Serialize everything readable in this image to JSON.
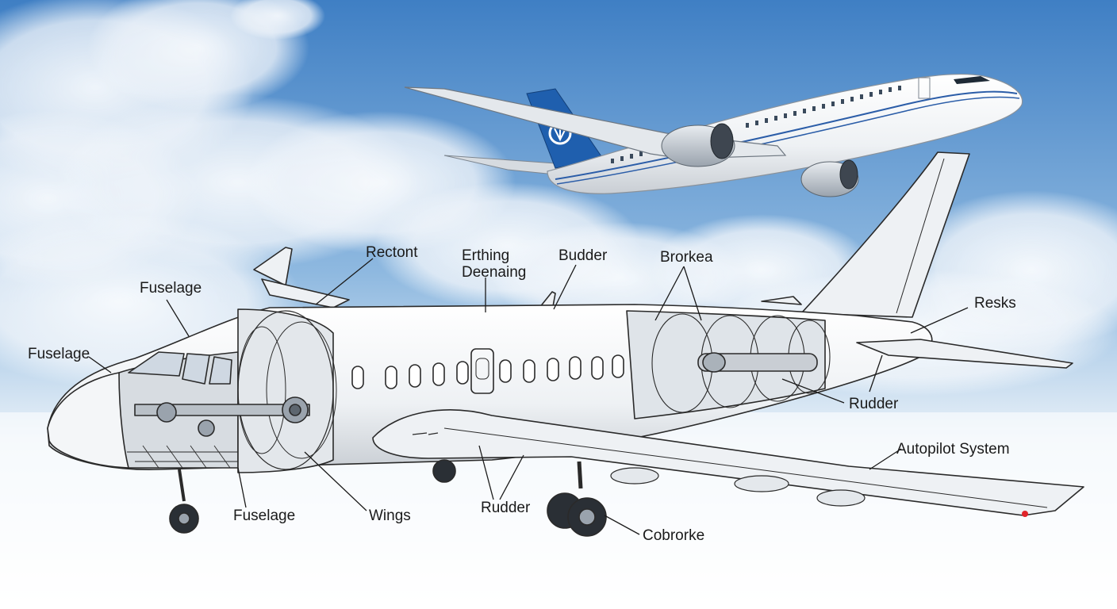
{
  "diagram": {
    "labels": {
      "rectont": "Rectont",
      "erthing": "Erthing\nDeenaing",
      "budder": "Budder",
      "brorkea": "Brorkea",
      "fuselage_top": "Fuselage",
      "fuselage_left": "Fuselage",
      "resks": "Resks",
      "rudder_right": "Rudder",
      "autopilot": "Autopilot System",
      "fuselage_bottom": "Fuselage",
      "wings": "Wings",
      "rudder_bottom": "Rudder",
      "cobrorke": "Cobrorke"
    },
    "colors": {
      "sky_top": "#3f7fc4",
      "sky_bottom": "#ffffff",
      "tail_blue": "#1f5fae",
      "stripe_blue": "#2b5da8",
      "body_white": "#f2f4f6",
      "line": "#2a2a2a",
      "nav_light": "#e0242a"
    }
  }
}
